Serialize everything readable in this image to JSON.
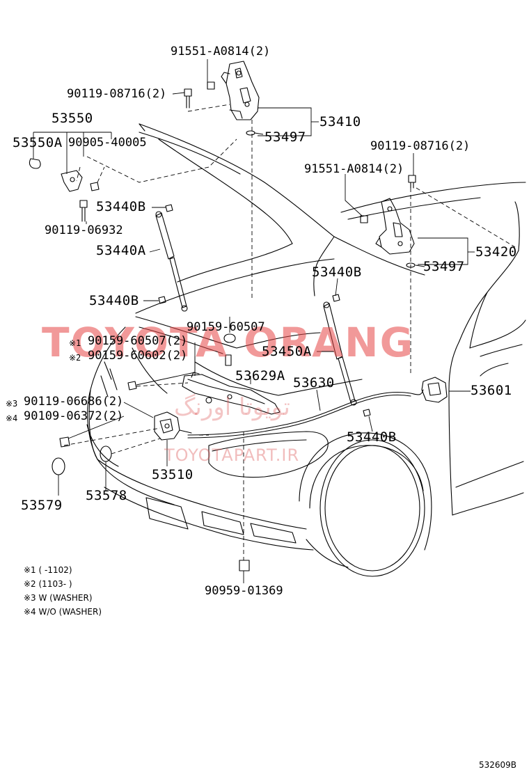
{
  "watermark": {
    "main": "TOYOTA ORANG",
    "arabic": "تويوتا اورنگ",
    "url": "TOYOTAPART.IR"
  },
  "diagram_id": "532609B",
  "parts": {
    "p91551_top": "91551-A0814(2)",
    "p90119_08716_left": "90119-08716(2)",
    "p53550": "53550",
    "p53550A": "53550A",
    "p90905": "90905-40005",
    "p53410": "53410",
    "p53497_left": "53497",
    "p90119_08716_right": "90119-08716(2)",
    "p91551_right": "91551-A0814(2)",
    "p53440B_1": "53440B",
    "p90119_06932": "90119-06932",
    "p53440A": "53440A",
    "p53420": "53420",
    "p53497_right": "53497",
    "p53440B_2": "53440B",
    "p53440B_3": "53440B",
    "p90159_60507": "90159-60507",
    "p90159_60507_2": "90159-60507(2)",
    "p90159_60602_2": "90159-60602(2)",
    "p53450A": "53450A",
    "p53629A": "53629A",
    "p53630": "53630",
    "p53601": "53601",
    "p90119_06686": "90119-06686(2)",
    "p90109_06372": "90109-06372(2)",
    "p53440B_4": "53440B",
    "p53510": "53510",
    "p53579": "53579",
    "p53578": "53578",
    "p90959_01369": "90959-01369"
  },
  "markers": {
    "m1": "※1",
    "m2": "※2",
    "m3": "※3",
    "m4": "※4"
  },
  "notes": {
    "n1": "※1 (       -1102)",
    "n2": "※2 (1103-        )",
    "n3": "※3 W (WASHER)",
    "n4": "※4 W/O (WASHER)"
  }
}
